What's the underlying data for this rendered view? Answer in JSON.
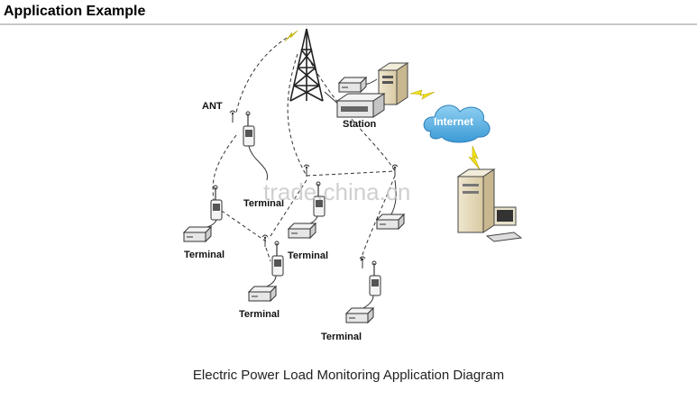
{
  "header": {
    "title": "Application Example"
  },
  "diagram": {
    "ant_label": "ANT",
    "station_label": "Station",
    "internet_label": "Internet",
    "terminal_labels": [
      "Terminal",
      "Terminal",
      "Terminal",
      "Terminal",
      "Terminal"
    ],
    "watermark": "trade.china.cn"
  },
  "caption": "Electric Power Load Monitoring Application Diagram"
}
